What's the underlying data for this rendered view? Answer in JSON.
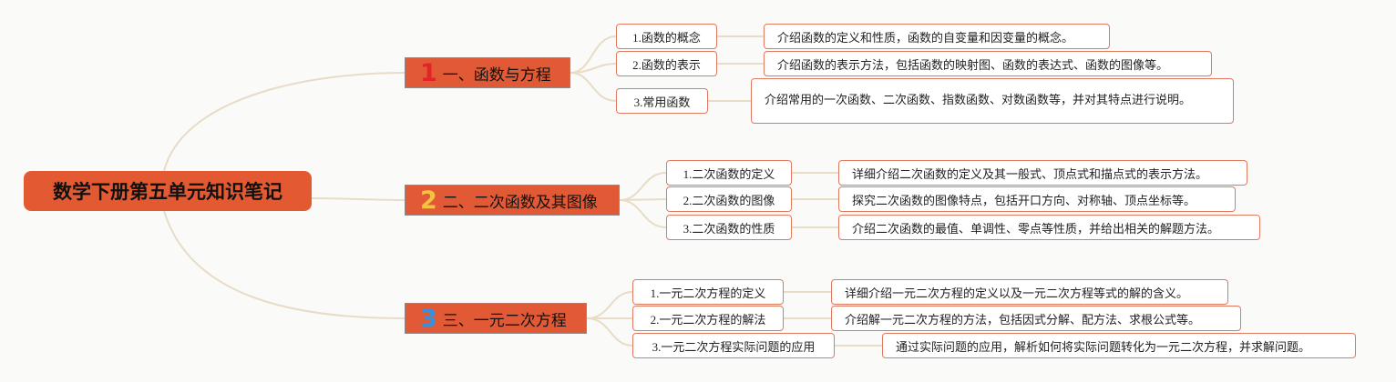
{
  "root": {
    "title": "数学下册第五单元知识笔记"
  },
  "branches": [
    {
      "num": "1",
      "num_color": "#e0242a",
      "label": "一、函数与方程",
      "items": [
        {
          "label": "1.函数的概念",
          "desc": "介绍函数的定义和性质，函数的自变量和因变量的概念。"
        },
        {
          "label": "2.函数的表示",
          "desc": "介绍函数的表示方法，包括函数的映射图、函数的表达式、函数的图像等。"
        },
        {
          "label": "3.常用函数",
          "desc": "介绍常用的一次函数、二次函数、指数函数、对数函数等，并对其特点进行说明。"
        }
      ]
    },
    {
      "num": "2",
      "num_color": "#f5c242",
      "label": "二、二次函数及其图像",
      "items": [
        {
          "label": "1.二次函数的定义",
          "desc": "详细介绍二次函数的定义及其一般式、顶点式和描点式的表示方法。"
        },
        {
          "label": "2.二次函数的图像",
          "desc": "探究二次函数的图像特点，包括开口方向、对称轴、顶点坐标等。"
        },
        {
          "label": "3.二次函数的性质",
          "desc": "介绍二次函数的最值、单调性、零点等性质，并给出相关的解题方法。"
        }
      ]
    },
    {
      "num": "3",
      "num_color": "#3b8fd9",
      "label": "三、一元二次方程",
      "items": [
        {
          "label": "1.一元二次方程的定义",
          "desc": "详细介绍一元二次方程的定义以及一元二次方程等式的解的含义。"
        },
        {
          "label": "2.一元二次方程的解法",
          "desc": "介绍解一元二次方程的方法，包括因式分解、配方法、求根公式等。"
        },
        {
          "label": "3.一元二次方程实际问题的应用",
          "desc": "通过实际问题的应用，解析如何将实际问题转化为一元二次方程，并求解问题。"
        }
      ]
    }
  ]
}
